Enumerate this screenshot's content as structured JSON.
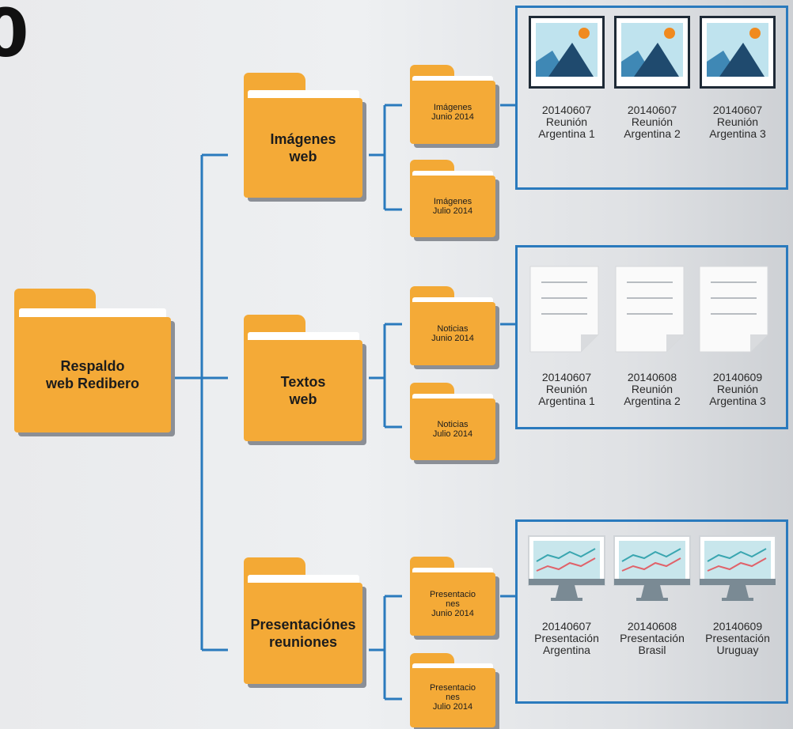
{
  "corner_glyph": "0",
  "root": {
    "label": "Respaldo\nweb Redibero"
  },
  "branches": [
    {
      "label": "Imágenes\nweb",
      "subfolders": [
        "Imágenes\nJunio 2014",
        "Imágenes\nJulio 2014"
      ],
      "panel_type": "image",
      "files": [
        {
          "caption": "20140607\nReunión\nArgentina 1"
        },
        {
          "caption": "20140607\nReunión\nArgentina 2"
        },
        {
          "caption": "20140607\nReunión\nArgentina 3"
        }
      ]
    },
    {
      "label": "Textos\nweb",
      "subfolders": [
        "Noticias\nJunio 2014",
        "Noticias\nJulio 2014"
      ],
      "panel_type": "document",
      "files": [
        {
          "caption": "20140607\nReunión\nArgentina 1"
        },
        {
          "caption": "20140608\nReunión\nArgentina 2"
        },
        {
          "caption": "20140609\nReunión\nArgentina 3"
        }
      ]
    },
    {
      "label": "Presentaciónes\nreuniones",
      "subfolders": [
        "Presentacio\nnes\nJunio 2014",
        "Presentacio\nnes\nJulio 2014"
      ],
      "panel_type": "monitor",
      "files": [
        {
          "caption": "20140607\nPresentación\nArgentina"
        },
        {
          "caption": "20140608\nPresentación\nBrasil"
        },
        {
          "caption": "20140609\nPresentación\nUruguay"
        }
      ]
    }
  ],
  "colors": {
    "folder": "#f4aa37",
    "line": "#2a7abd",
    "sky": "#bfe3ee",
    "mountain_dark": "#1f4a6e",
    "mountain_light": "#3f88b5",
    "sun": "#f08a1f",
    "screen": "#c8e6ec",
    "chart_teal": "#3aa6b0",
    "chart_red": "#e0626a",
    "monitor_stand": "#7a8a94"
  },
  "icons": {
    "image": "landscape-photo-icon",
    "document": "document-page-icon",
    "monitor": "monitor-chart-icon"
  }
}
